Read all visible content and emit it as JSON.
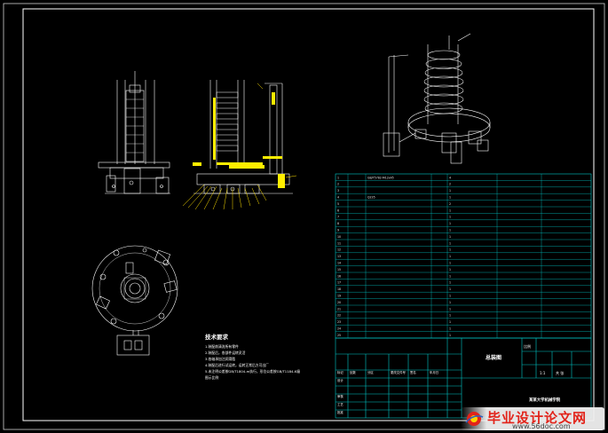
{
  "notes": {
    "title": "技术要求",
    "items": [
      "1.装配前清洗所有零件",
      "2.装配后，各部件运转灵活",
      "3.各轴承加注润滑脂",
      "4.装配后进行试运转，运转正常后方可出厂",
      "5.未注明公差按GB/T1804-m执行，形位公差按GB/T1184-K级",
      "图示比例"
    ]
  },
  "parts_table": {
    "rows": [
      [
        "1",
        "",
        "GB/T5782-M12x45",
        "",
        "4",
        "",
        ""
      ],
      [
        "2",
        "",
        "",
        "",
        "2",
        "",
        ""
      ],
      [
        "3",
        "",
        "",
        "",
        "1",
        "",
        ""
      ],
      [
        "4",
        "",
        "Q235",
        "",
        "1",
        "",
        ""
      ],
      [
        "5",
        "",
        "",
        "",
        "2",
        "",
        ""
      ],
      [
        "6",
        "",
        "",
        "",
        "1",
        "",
        ""
      ],
      [
        "7",
        "",
        "",
        "",
        "1",
        "",
        ""
      ],
      [
        "8",
        "",
        "",
        "",
        "1",
        "",
        ""
      ],
      [
        "9",
        "",
        "",
        "",
        "1",
        "",
        ""
      ],
      [
        "10",
        "",
        "",
        "",
        "1",
        "",
        ""
      ],
      [
        "11",
        "",
        "",
        "",
        "1",
        "",
        ""
      ],
      [
        "12",
        "",
        "",
        "",
        "1",
        "",
        ""
      ],
      [
        "13",
        "",
        "",
        "",
        "1",
        "",
        ""
      ],
      [
        "14",
        "",
        "",
        "",
        "1",
        "",
        ""
      ],
      [
        "15",
        "",
        "",
        "",
        "1",
        "",
        ""
      ],
      [
        "16",
        "",
        "",
        "",
        "1",
        "",
        ""
      ],
      [
        "17",
        "",
        "",
        "",
        "1",
        "",
        ""
      ],
      [
        "18",
        "",
        "",
        "",
        "1",
        "",
        ""
      ],
      [
        "19",
        "",
        "",
        "",
        "1",
        "",
        ""
      ],
      [
        "20",
        "",
        "",
        "",
        "1",
        "",
        ""
      ],
      [
        "21",
        "",
        "",
        "",
        "1",
        "",
        ""
      ],
      [
        "22",
        "",
        "",
        "",
        "1",
        "",
        ""
      ],
      [
        "23",
        "",
        "",
        "",
        "1",
        "",
        ""
      ],
      [
        "24",
        "",
        "",
        "",
        "1",
        "",
        ""
      ],
      [
        "25",
        "",
        "",
        "",
        "1",
        "",
        ""
      ]
    ]
  },
  "title_block": {
    "header_cols": [
      "标记",
      "处数",
      "分区",
      "更改文件号",
      "签名",
      "年月日"
    ],
    "drawing_name": "总装图",
    "labels": [
      "设计",
      "审核",
      "工艺",
      "批准"
    ],
    "ratio_label": "比例",
    "ratio_value": "1:1",
    "sheet_label": "共 张",
    "school": "某某大学机械学院"
  },
  "watermark": {
    "title": "毕业设计论文网",
    "url": "www.56doc.com"
  },
  "colors": {
    "background": "#000000",
    "frame": "#ffffff",
    "table_lines": "#00c8c8",
    "drawing": "#ffffff",
    "highlight": "#ffee00",
    "leaders": "#ffe000",
    "watermark_red": "#e2231a"
  }
}
